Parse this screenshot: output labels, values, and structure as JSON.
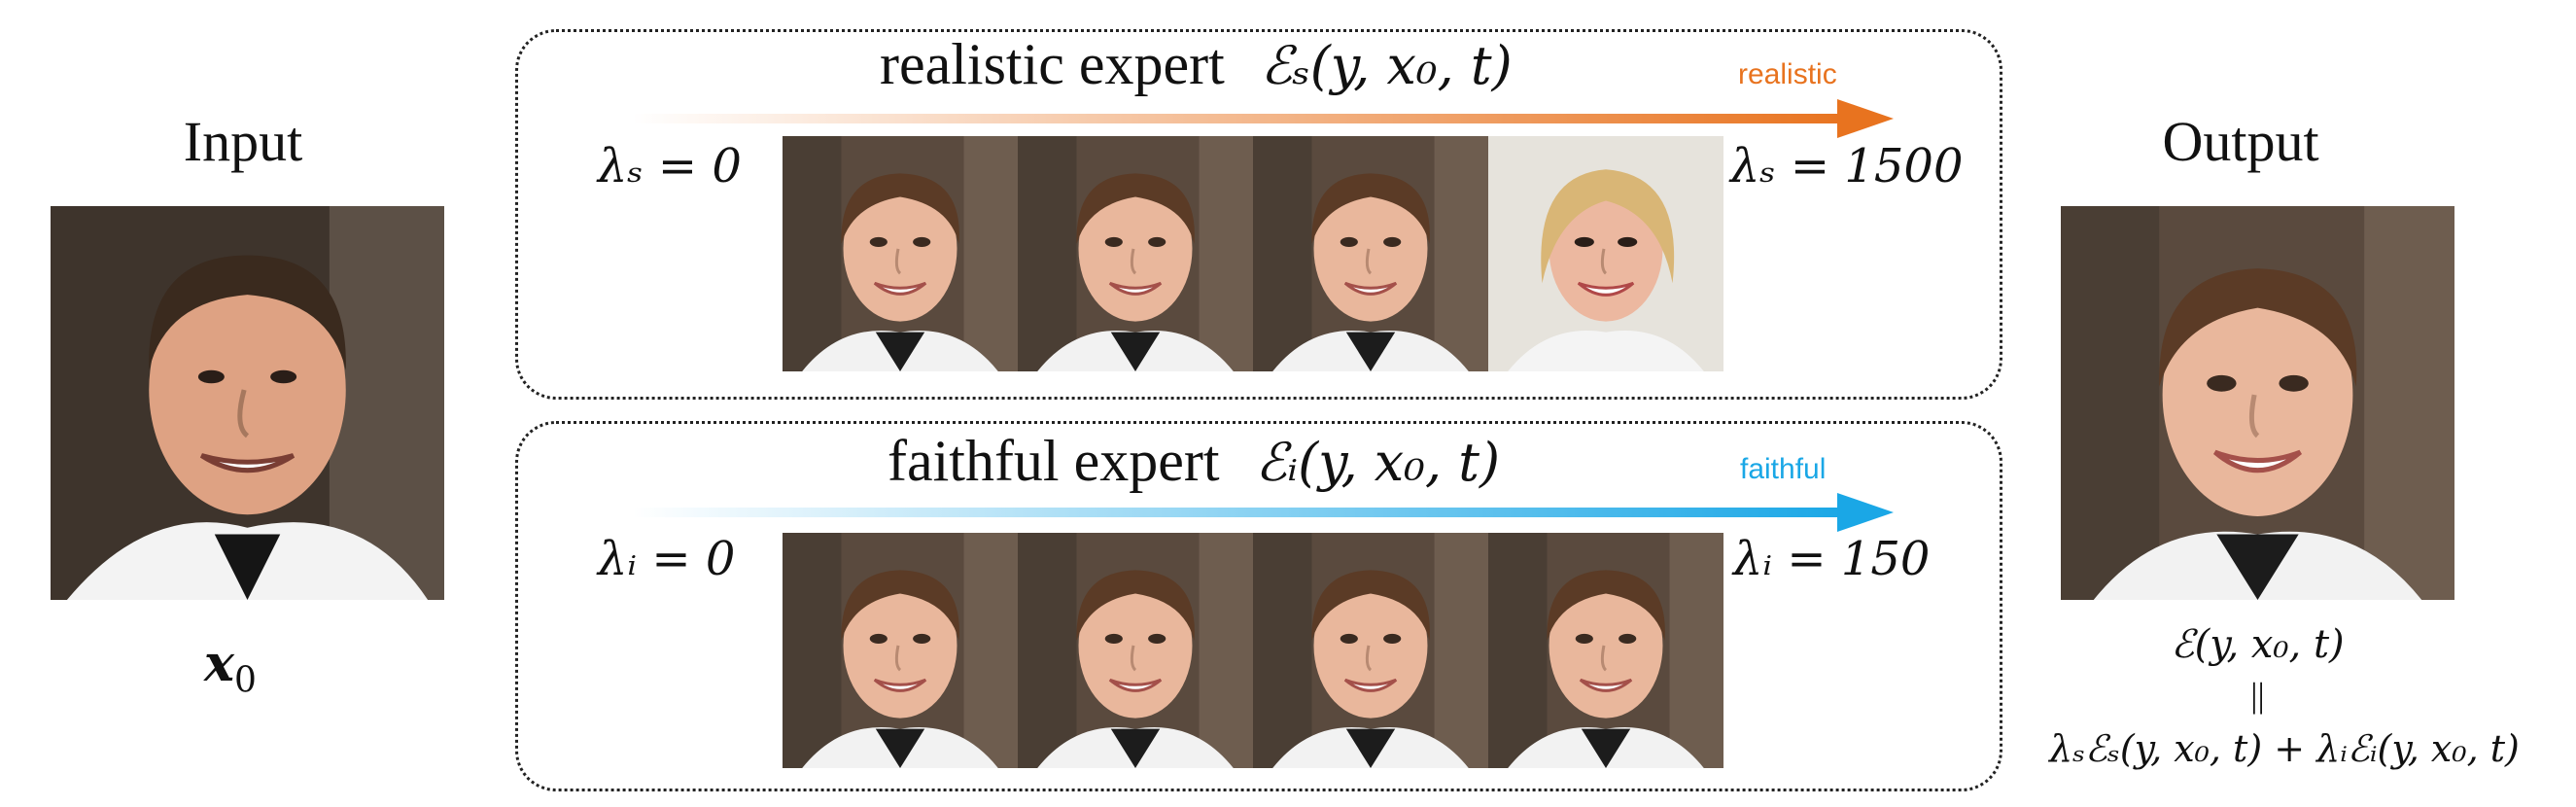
{
  "input": {
    "title": "Input",
    "symbol": "x",
    "subscript": "0"
  },
  "output": {
    "title": "Output",
    "formula_top": "ℰ(y, x₀, t)",
    "equals_sign": "||",
    "formula_bottom": "λₛℰₛ(y, x₀, t) + λᵢℰᵢ(y, x₀, t)"
  },
  "realistic": {
    "title": "realistic expert",
    "formula": "ℰₛ(y, x₀, t)",
    "arrow_tag": "realistic",
    "lambda_start": "λₛ = 0",
    "lambda_end": "λₛ = 1500",
    "color": "#e8731f"
  },
  "faithful": {
    "title": "faithful expert",
    "formula": "ℰᵢ(y, x₀, t)",
    "arrow_tag": "faithful",
    "lambda_start": "λᵢ = 0",
    "lambda_end": "λᵢ = 150",
    "color": "#1aa7e6"
  }
}
